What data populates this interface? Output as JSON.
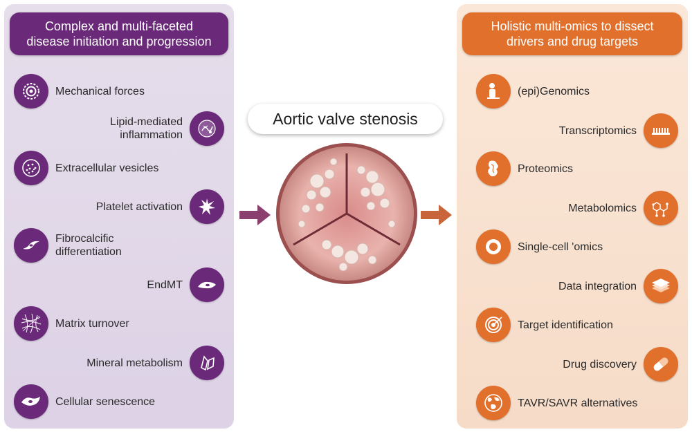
{
  "center": {
    "title": "Aortic valve stenosis"
  },
  "left_panel": {
    "header_line1": "Complex and multi-faceted",
    "header_line2": "disease initiation and progression",
    "items": [
      {
        "label": "Mechanical forces",
        "icon": "gear-icon"
      },
      {
        "label": "Lipid-mediated inflammation",
        "icon": "lipid-icon"
      },
      {
        "label": "Extracellular vesicles",
        "icon": "vesicle-icon"
      },
      {
        "label": "Platelet activation",
        "icon": "platelet-icon"
      },
      {
        "label": "Fibrocalcific differentiation",
        "icon": "fibroblast-icon"
      },
      {
        "label": "EndMT",
        "icon": "endothelial-cell-icon"
      },
      {
        "label": "Matrix turnover",
        "icon": "matrix-fibers-icon"
      },
      {
        "label": "Mineral metabolism",
        "icon": "crystal-icon"
      },
      {
        "label": "Cellular senescence",
        "icon": "senescent-cell-icon"
      }
    ]
  },
  "right_panel": {
    "header_line1": "Holistic multi-omics to dissect",
    "header_line2": "drivers and drug targets",
    "items": [
      {
        "label": "(epi)Genomics",
        "icon": "dna-icon"
      },
      {
        "label": "Transcriptomics",
        "icon": "rna-strand-icon"
      },
      {
        "label": "Proteomics",
        "icon": "protein-icon"
      },
      {
        "label": "Metabolomics",
        "icon": "molecule-icon"
      },
      {
        "label": "Single-cell 'omics",
        "icon": "single-cell-icon"
      },
      {
        "label": "Data integration",
        "icon": "layers-icon"
      },
      {
        "label": "Target identification",
        "icon": "target-icon"
      },
      {
        "label": "Drug discovery",
        "icon": "pill-icon"
      },
      {
        "label": "TAVR/SAVR alternatives",
        "icon": "globe-icon"
      }
    ]
  },
  "colors": {
    "purple": "#6a2a79",
    "orange": "#e2702d",
    "left_panel_bg": "#e6deeb",
    "right_panel_bg": "#fbe7d8",
    "arrow": "#8a3f6f"
  }
}
